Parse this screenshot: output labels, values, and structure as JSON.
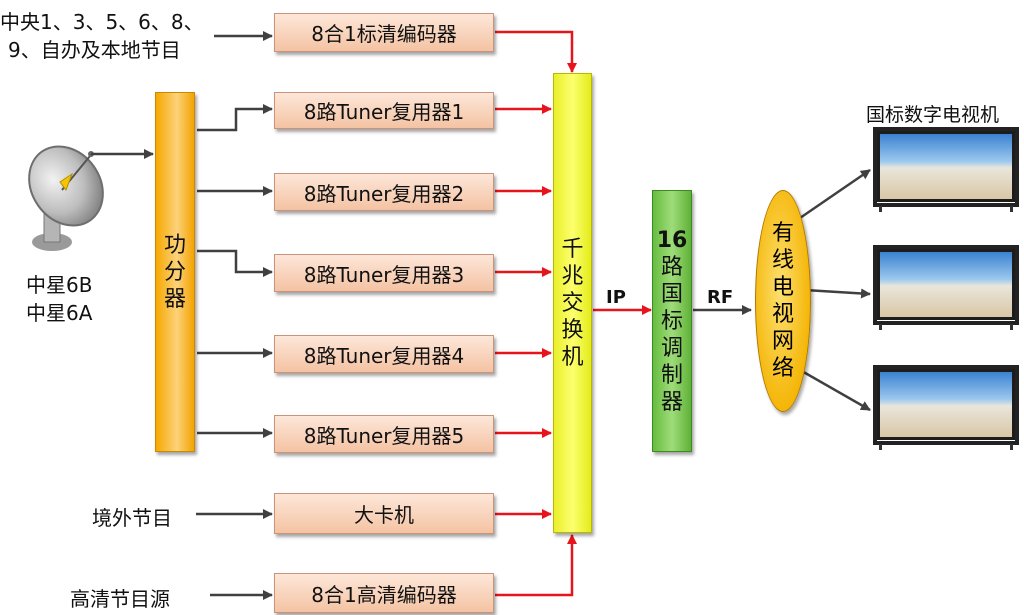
{
  "sources": {
    "central_line1": "中央1、3、5、6、8、",
    "central_line2": "9、自办及本地节目",
    "foreign": "境外节目",
    "hd": "高清节目源"
  },
  "satellite": {
    "line1": "中星6B",
    "line2": "中星6A"
  },
  "splitter": [
    "功",
    "分",
    "器"
  ],
  "encoders": {
    "sd": "8合1标清编码器",
    "hd": "8合1高清编码器"
  },
  "multiplexers": [
    "8路Tuner复用器1",
    "8路Tuner复用器2",
    "8路Tuner复用器3",
    "8路Tuner复用器4",
    "8路Tuner复用器5"
  ],
  "receiver": "大卡机",
  "switch": [
    "千",
    "兆",
    "交",
    "换",
    "机"
  ],
  "modulator": {
    "number": "16",
    "chars": [
      "路",
      "国",
      "标",
      "调",
      "制",
      "器"
    ]
  },
  "links": {
    "ip": "IP",
    "rf": "RF"
  },
  "network": [
    "有",
    "线",
    "电",
    "视",
    "网",
    "络"
  ],
  "tv_title": "国标数字电视机",
  "colors": {
    "arrow_red": "#e8141b",
    "arrow_gray": "#404040"
  }
}
